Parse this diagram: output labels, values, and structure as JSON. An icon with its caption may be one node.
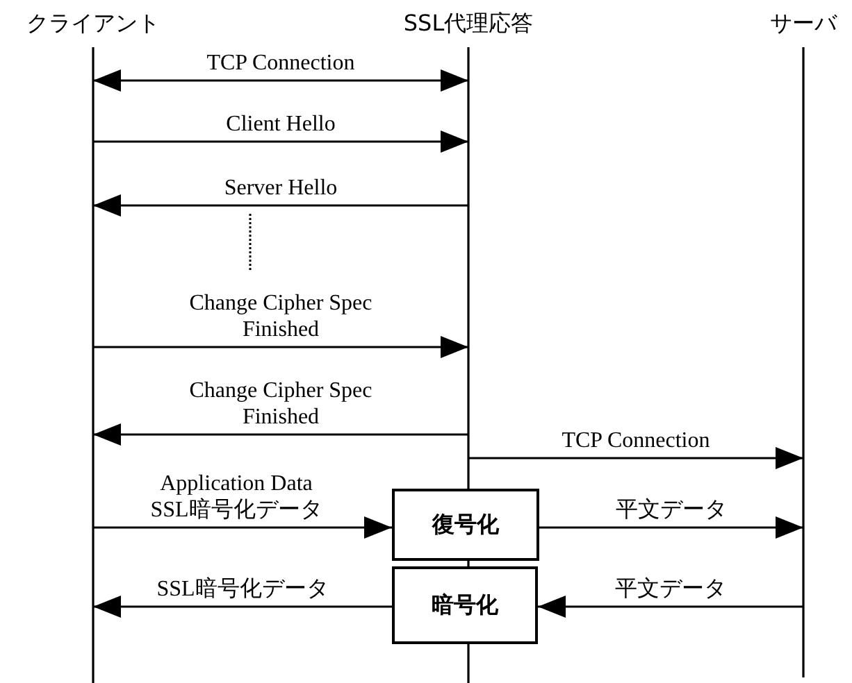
{
  "diagram": {
    "nodes": [
      {
        "text": [
          "クライアント"
        ]
      },
      {
        "text": [
          "SSL代理応答"
        ]
      },
      {
        "text": [
          "サーバ"
        ]
      },
      {
        "text": [
          "復号化"
        ]
      },
      {
        "text": [
          "暗号化"
        ]
      }
    ],
    "edges": [
      {
        "from": 0,
        "to": 1,
        "arrow": "both",
        "label": "TCP Connection"
      },
      {
        "from": 0,
        "to": 1,
        "arrow": "to",
        "label": "Client Hello"
      },
      {
        "from": 1,
        "to": 0,
        "arrow": "to",
        "label": "Server Hello"
      },
      {
        "from": 0,
        "to": 1,
        "arrow": "to",
        "label": "Change Cipher Spec Finished"
      },
      {
        "from": 1,
        "to": 0,
        "arrow": "to",
        "label": "Change Cipher Spec Finished"
      },
      {
        "from": 1,
        "to": 2,
        "arrow": "to",
        "label": "TCP Connection"
      },
      {
        "from": 0,
        "to": 3,
        "arrow": "to",
        "label": "Application Data SSL暗号化データ"
      },
      {
        "from": 3,
        "to": 2,
        "arrow": "to",
        "label": "平文データ"
      },
      {
        "from": 2,
        "to": 4,
        "arrow": "to",
        "label": "平文データ"
      },
      {
        "from": 4,
        "to": 0,
        "arrow": "to",
        "label": "SSL暗号化データ"
      }
    ]
  }
}
